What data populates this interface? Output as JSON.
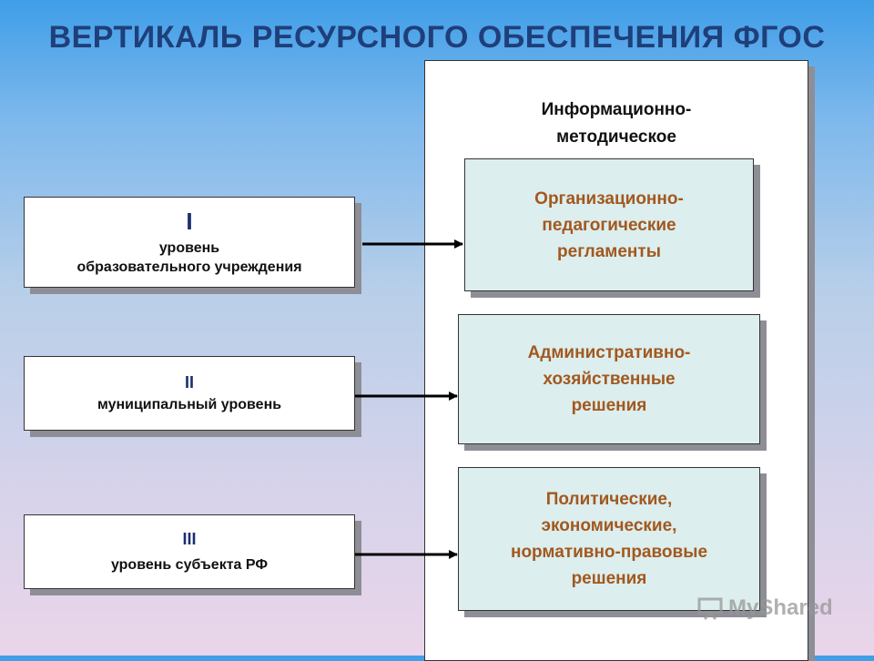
{
  "title": "ВЕРТИКАЛЬ РЕСУРСНОГО ОБЕСПЕЧЕНИЯ ФГОС",
  "levels": [
    {
      "num": "I",
      "text": "уровень\nобразовательного учреждения"
    },
    {
      "num": "II",
      "text": "муниципальный уровень"
    },
    {
      "num": "III",
      "text": "уровень субъекта РФ"
    }
  ],
  "panel": {
    "heading": "Информационно-\nметодическое",
    "resources": [
      "Организационно-\nпедагогические\nрегламенты",
      "Административно-\nхозяйственные\nрешения",
      "Политические,\nэкономические,\nнормативно-правовые\nрешения"
    ]
  },
  "watermark": "MyShared"
}
